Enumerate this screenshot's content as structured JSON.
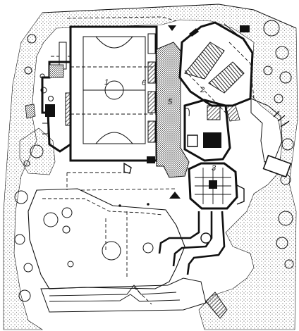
{
  "labels": {
    "l1": "1",
    "l2": "2",
    "l3": "3",
    "l5": "5",
    "l6": "6"
  }
}
